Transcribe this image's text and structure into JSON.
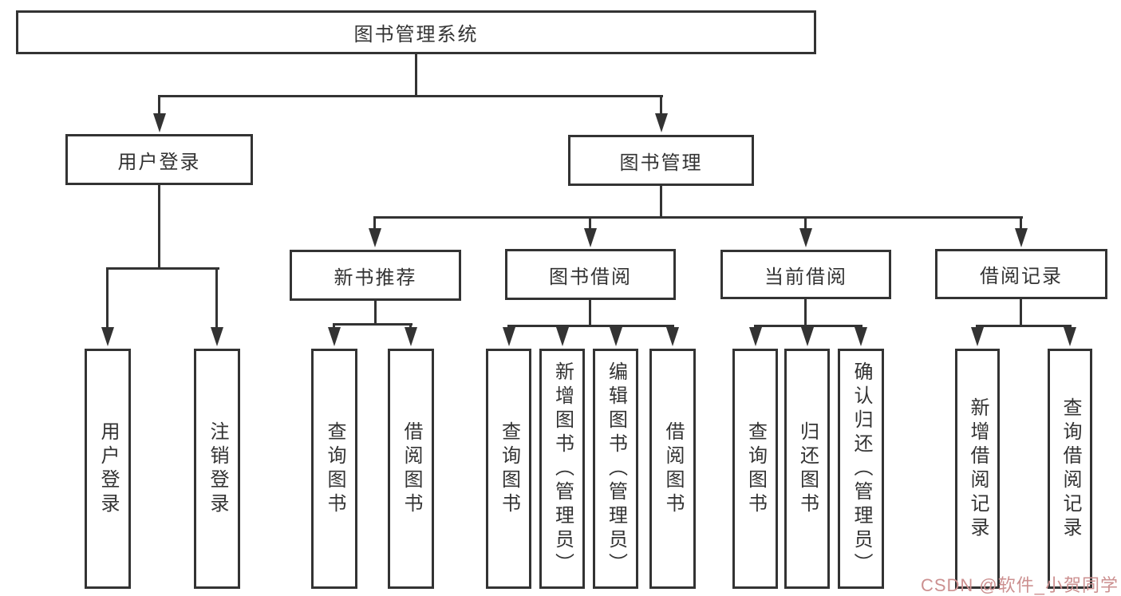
{
  "diagram": {
    "root_label": "图书管理系统",
    "branches": {
      "user_login": "用户登录",
      "book_management": "图书管理"
    },
    "modules": {
      "new_book_recommend": "新书推荐",
      "book_borrow": "图书借阅",
      "current_borrow": "当前借阅",
      "borrow_records": "借阅记录"
    },
    "leaves": {
      "user_login": "用户登录",
      "logout": "注销登录",
      "nbr_query_books": "查询图书",
      "nbr_borrow_books": "借阅图书",
      "bb_query_books": "查询图书",
      "bb_add_books": "新增图书（管理员）",
      "bb_edit_books": "编辑图书（管理员）",
      "bb_borrow_books": "借阅图书",
      "cb_query_books": "查询图书",
      "cb_return_books": "归还图书",
      "cb_confirm_return": "确认归还（管理员）",
      "br_add_record": "新增借阅记录",
      "br_query_record": "查询借阅记录"
    }
  },
  "watermark": {
    "text": "CSDN @软件_小贺同学",
    "color": "#cc9090"
  },
  "colors": {
    "line": "#333333",
    "background": "#ffffff",
    "text": "#333333"
  }
}
